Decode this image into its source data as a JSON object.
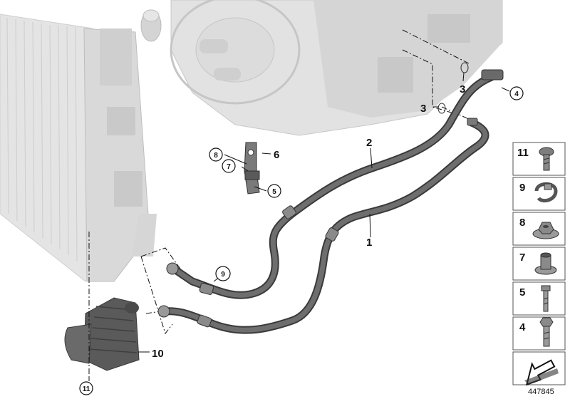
{
  "callouts": {
    "c1": "1",
    "c2": "2",
    "c3a": "3",
    "c3b": "3",
    "c4": "4",
    "c5": "5",
    "c6": "6",
    "c7": "7",
    "c8": "8",
    "c9": "9",
    "c10": "10",
    "c11": "11"
  },
  "legend": [
    {
      "num": "11",
      "part": "screw-clip"
    },
    {
      "num": "9",
      "part": "hose-clamp"
    },
    {
      "num": "8",
      "part": "flange-nut"
    },
    {
      "num": "7",
      "part": "spacer-bushing"
    },
    {
      "num": "5",
      "part": "bolt"
    },
    {
      "num": "4",
      "part": "hex-bolt"
    }
  ],
  "document_number": "447845",
  "colors": {
    "hose": "#5e5e5e",
    "hose_dark": "#3a3a3a",
    "component_gray": "#e0e0e0",
    "background": "#ffffff"
  },
  "icons": [
    "direction-arrow-icon"
  ]
}
